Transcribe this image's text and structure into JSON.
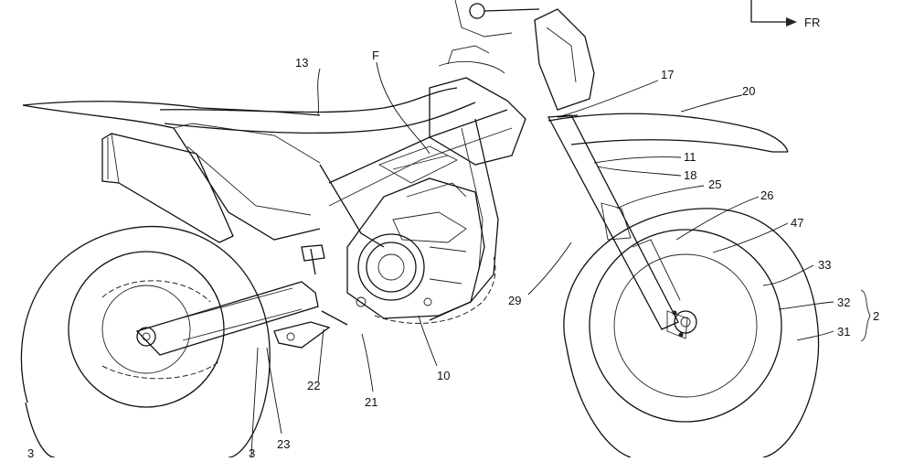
{
  "direction_label": "FR",
  "callouts": {
    "c13": "13",
    "cF": "F",
    "c17": "17",
    "c20": "20",
    "c11": "11",
    "c18": "18",
    "c25": "25",
    "c26": "26",
    "c47": "47",
    "c33": "33",
    "c32": "32",
    "c31": "31",
    "c2": "2",
    "c29": "29",
    "c10": "10",
    "c21": "21",
    "c22": "22",
    "c23": "23",
    "c3a": "3",
    "c3b": "3"
  }
}
